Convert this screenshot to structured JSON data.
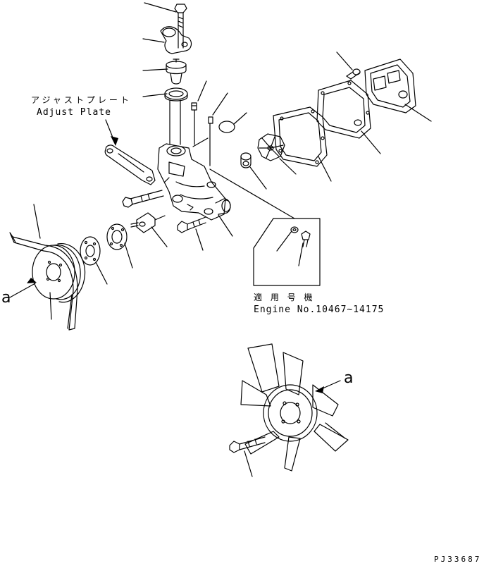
{
  "adjust_plate": {
    "label_jp": "アジャストプレート",
    "label_en": "Adjust Plate"
  },
  "applicable": {
    "label_jp": "適 用 号 機",
    "engine_no": "Engine No.10467∼14175"
  },
  "view_marker": "a",
  "drawing_code": "PJ33687",
  "colors": {
    "line": "#000000",
    "background": "#ffffff"
  }
}
